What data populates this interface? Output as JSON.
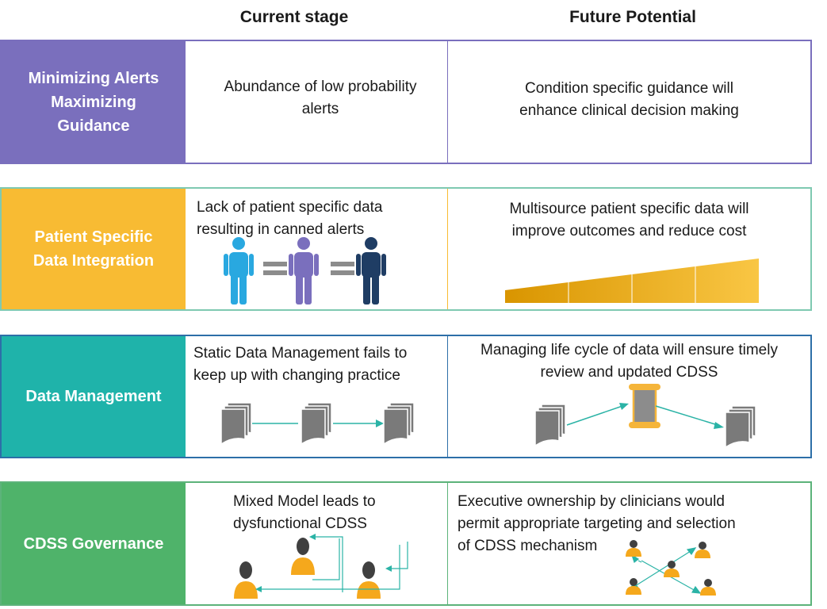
{
  "headers": {
    "current": "Current stage",
    "future": "Future Potential"
  },
  "rows": [
    {
      "label": [
        "Minimizing  Alerts",
        "Maximizing",
        "Guidance"
      ],
      "current": [
        "Abundance of low probability",
        "alerts"
      ],
      "future": [
        "Condition specific guidance will",
        "enhance clinical decision making"
      ]
    },
    {
      "label": [
        "Patient Specific",
        "Data Integration"
      ],
      "current": [
        "Lack of patient specific data",
        "resulting in canned alerts"
      ],
      "future": [
        "Multisource patient specific data will",
        "improve outcomes and reduce cost"
      ]
    },
    {
      "label": [
        "Data Management"
      ],
      "current": [
        "Static Data Management fails to",
        "keep up with changing practice"
      ],
      "future": [
        "Managing life cycle of data will ensure timely",
        "review and updated CDSS"
      ]
    },
    {
      "label": [
        "CDSS Governance"
      ],
      "current": [
        "Mixed Model leads to",
        "dysfunctional CDSS"
      ],
      "future": [
        "Executive ownership by clinicians would",
        "permit appropriate  targeting and selection",
        "of CDSS mechanism"
      ]
    }
  ],
  "colors": {
    "purple": "#7a6fbd",
    "gold": "#f8bb33",
    "teal": "#1fb3aa",
    "green": "#4fb36a",
    "row1_border": "#7a6fbd",
    "row2_border": "#7fc9b1",
    "row3_border": "#2d6fa8",
    "row4_border": "#5cb37a",
    "person_light_blue": "#29a8e0",
    "person_purple": "#7a6fbd",
    "person_navy": "#1f3d64",
    "equals": "#8c8c8c",
    "doc": "#7a7a7a",
    "arrow": "#2bb3a6",
    "person_orange": "#f5a81c",
    "head_dark": "#404040",
    "scroll_border": "#f5b53a"
  },
  "icons": [
    "person-icon",
    "equals-icon",
    "growth-ramp-icon",
    "document-stack-icon",
    "scroll-icon",
    "arrow-icon"
  ]
}
